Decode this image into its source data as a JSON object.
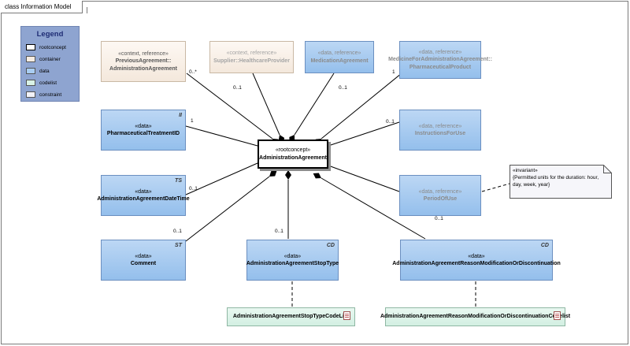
{
  "frame_title": "class Information Model",
  "legend": {
    "title": "Legend",
    "items": [
      {
        "label": "rootconcept",
        "color": "#ffffff"
      },
      {
        "label": "container",
        "color": "#f6ece2"
      },
      {
        "label": "data",
        "color": "#a9cdf2"
      },
      {
        "label": "codelist",
        "color": "#d9f2e6"
      },
      {
        "label": "constraint",
        "color": "#f2f2f8"
      }
    ]
  },
  "boxes": {
    "previous_agreement": {
      "stereotype": "«context, reference»",
      "name": "PreviousAgreement::\nAdministrationAgreement"
    },
    "supplier": {
      "stereotype": "«context, reference»",
      "name": "Supplier::HealthcareProvider"
    },
    "medication_agreement": {
      "stereotype": "«data, reference»",
      "name": "MedicationAgreement"
    },
    "medicine_for_admin": {
      "stereotype": "«data, reference»",
      "name": "MedicineForAdministrationAgreement::\nPharmaceuticalProduct"
    },
    "pharma_treatment_id": {
      "stereotype": "«data»",
      "name": "PharmaceuticalTreatmentID",
      "tag": "II"
    },
    "instructions_for_use": {
      "stereotype": "«data, reference»",
      "name": "InstructionsForUse"
    },
    "root": {
      "stereotype": "«rootconcept»",
      "name": "AdministrationAgreement"
    },
    "date_time": {
      "stereotype": "«data»",
      "name": "AdministrationAgreementDateTime",
      "tag": "TS"
    },
    "period_of_use": {
      "stereotype": "«data, reference»",
      "name": "PeriodOfUse"
    },
    "comment": {
      "stereotype": "«data»",
      "name": "Comment",
      "tag": "ST"
    },
    "stop_type": {
      "stereotype": "«data»",
      "name": "AdministrationAgreementStopType",
      "tag": "CD"
    },
    "reason": {
      "stereotype": "«data»",
      "name": "AdministrationAgreementReasonModificationOrDiscontinuation",
      "tag": "CD"
    },
    "stop_type_codelist": {
      "name": "AdministrationAgreementStopTypeCodeList"
    },
    "reason_codelist": {
      "name": "AdministrationAgreementReasonModificationOrDiscontinuationCodelist"
    }
  },
  "multiplicities": {
    "previous": "0..*",
    "supplier": "0..1",
    "medication": "0..1",
    "medicine": "1",
    "pharma_id": "1",
    "instructions": "0..1",
    "datetime": "0..1",
    "period": "0..1",
    "comment": "0..1",
    "stop_type": "0..1"
  },
  "note": {
    "line1": "«invariant»",
    "line2": "{Permitted units for the duration: hour,",
    "line3": "day, week, year}"
  }
}
